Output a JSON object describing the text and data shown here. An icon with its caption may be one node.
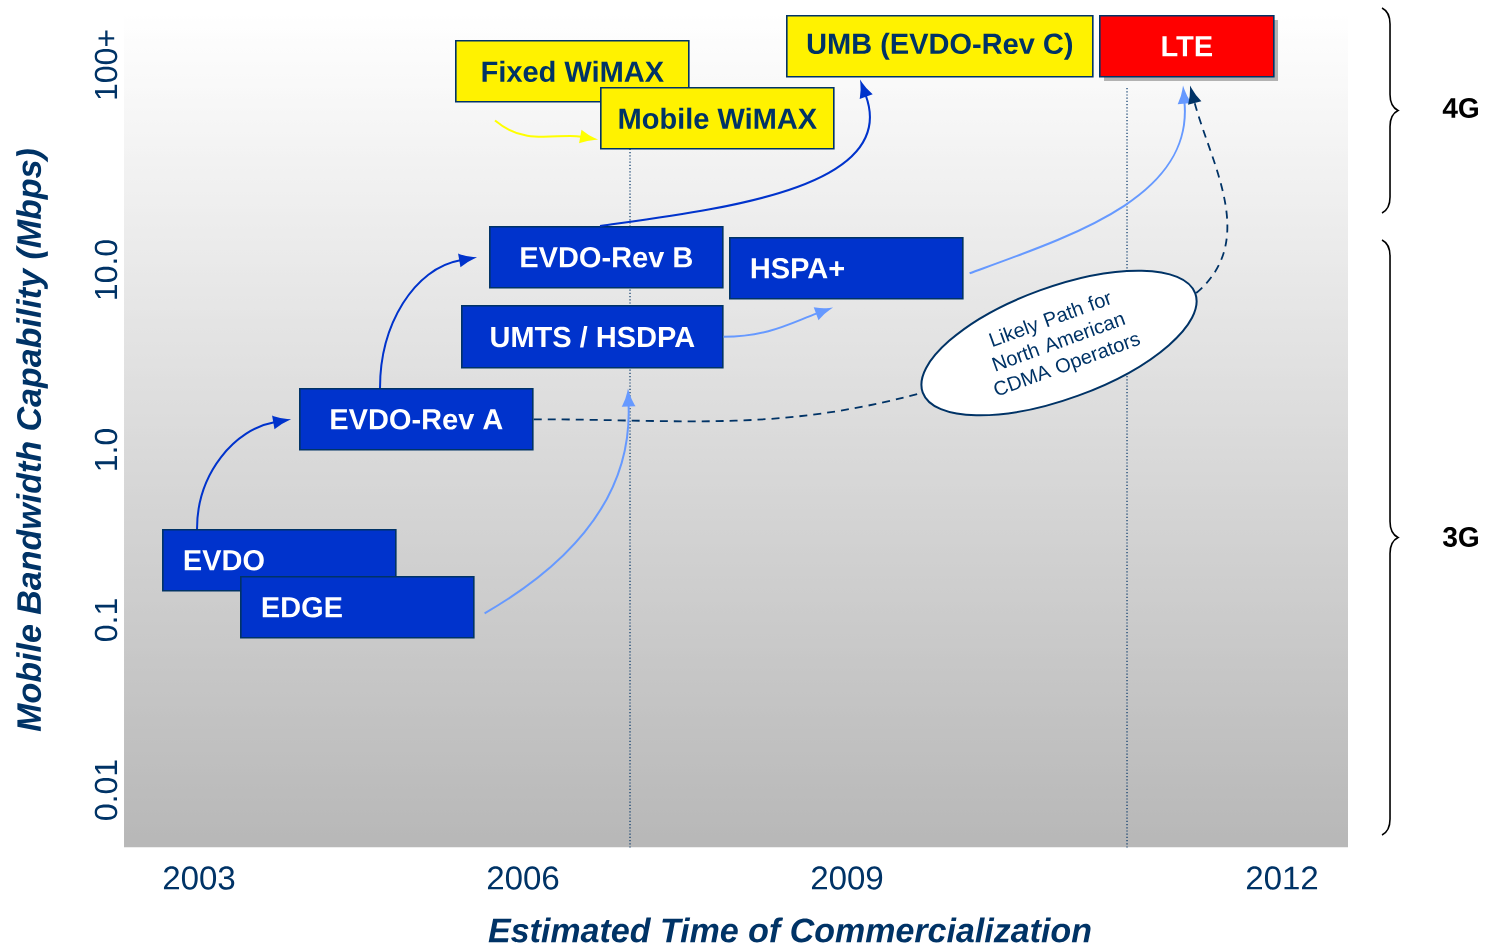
{
  "diagram": {
    "nodes": [
      {
        "text": [
          "EVDO"
        ]
      },
      {
        "text": [
          "EDGE"
        ]
      },
      {
        "text": [
          "EVDO-Rev A"
        ]
      },
      {
        "text": [
          "EVDO-Rev B"
        ]
      },
      {
        "text": [
          "UMTS / HSDPA"
        ]
      },
      {
        "text": [
          "HSPA+"
        ]
      },
      {
        "text": [
          "Fixed WiMAX"
        ]
      },
      {
        "text": [
          "Mobile WiMAX"
        ]
      },
      {
        "text": [
          "UMB (EVDO-Rev C)"
        ]
      },
      {
        "text": [
          "LTE"
        ]
      },
      {
        "text": [
          "Likely Path for North American CDMA Operators"
        ]
      }
    ],
    "edges": [
      {
        "from": 0,
        "to": 2,
        "arrow": "to"
      },
      {
        "from": 2,
        "to": 3,
        "arrow": "to"
      },
      {
        "from": 3,
        "to": 8,
        "arrow": "to"
      },
      {
        "from": 1,
        "to": 4,
        "arrow": "to",
        "color": "#6699ff"
      },
      {
        "from": 4,
        "to": 5,
        "arrow": "to",
        "color": "#6699ff"
      },
      {
        "from": 5,
        "to": 9,
        "arrow": "to",
        "color": "#6699ff"
      },
      {
        "from": 6,
        "to": 7,
        "arrow": "to",
        "color": "#ffff00"
      },
      {
        "from": 2,
        "to": 10,
        "arrow": "none",
        "style": "dashed",
        "color": "#003366"
      },
      {
        "from": 10,
        "to": 9,
        "arrow": "to",
        "style": "dashed",
        "color": "#003366"
      }
    ],
    "labels": [
      "Mobile Bandwidth Capability (Mbps)",
      "100+",
      "10.0",
      "1.0",
      "0.1",
      "0.01",
      "2003",
      "2006",
      "2009",
      "2012",
      "Estimated Time of Commercialization",
      "4G",
      "3G"
    ]
  }
}
